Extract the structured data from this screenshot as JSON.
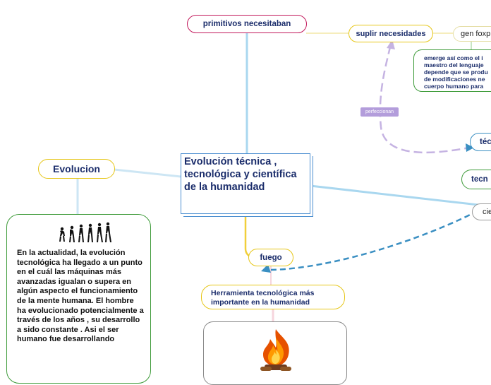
{
  "central": {
    "title": "Evolución técnica , tecnológica y científica de la humanidad"
  },
  "nodes": {
    "primitivos": "primitivos necesitaban",
    "suplir": "suplir necesidades",
    "gen": "gen foxp",
    "emerge": "emerge así como el i maestro del lenguaje depende que se produ de modificaciones ne cuerpo humano para",
    "perfeccionan": "perfeccionan",
    "tec1": "téc",
    "tec2": "tecn",
    "cie": "cie",
    "evolucion": "Evolucion",
    "evolucion_text": "En la actualidad, la evolución tecnológica ha llegado a un punto en el cuál las máquinas más avanzadas igualan o supera en algún aspecto el funcionamiento de la mente humana. El hombre ha evolucionado potencialmente a través de los años , su desarrollo a sido constante . Asi el ser humano fue desarrollando",
    "fuego": "fuego",
    "herramienta": "Herramienta tecnológica más importante en la humanidad"
  },
  "emerge_lines": [
    "emerge así como el i",
    "maestro del lenguaje",
    "depende que se produ",
    "de modificaciones ne",
    "cuerpo humano para"
  ],
  "colors": {
    "blue": "#4a8ed0",
    "green": "#3e9b3a",
    "yellow": "#e6c617",
    "magenta": "#c2185b",
    "purple": "#b39ddb"
  }
}
